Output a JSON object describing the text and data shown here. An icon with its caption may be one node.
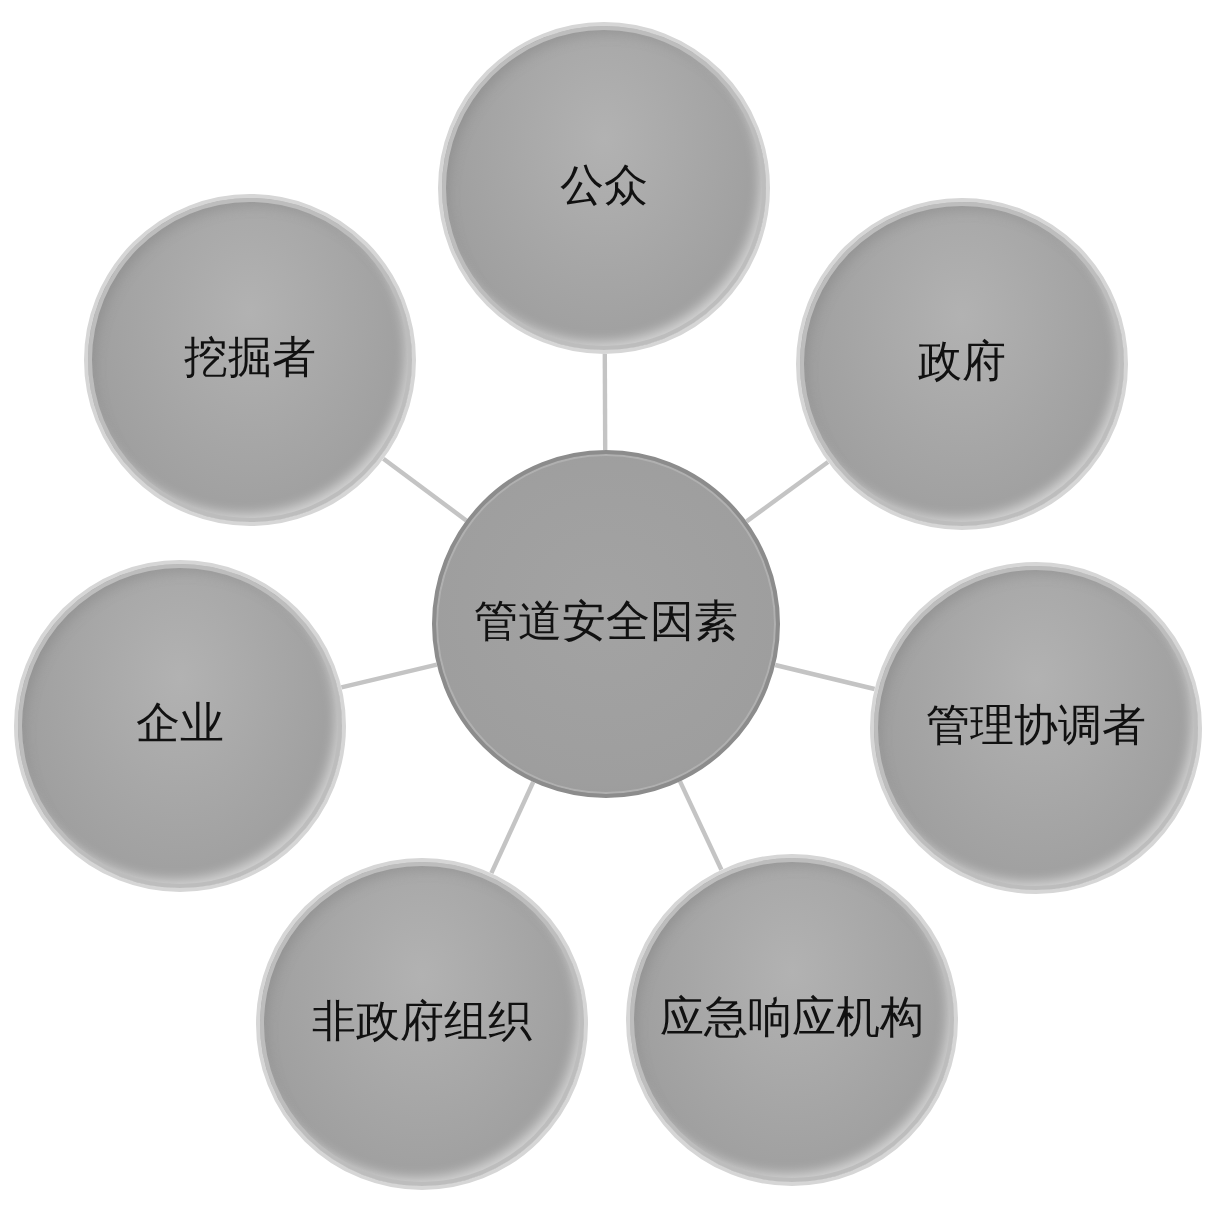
{
  "diagram": {
    "nodes": [
      {
        "text": [
          "管道安全因素"
        ]
      },
      {
        "text": [
          "公众"
        ]
      },
      {
        "text": [
          "政府"
        ]
      },
      {
        "text": [
          "管理协调者"
        ]
      },
      {
        "text": [
          "应急响应机构"
        ]
      },
      {
        "text": [
          "非政府组织"
        ]
      },
      {
        "text": [
          "企业"
        ]
      },
      {
        "text": [
          "挖掘者"
        ]
      }
    ],
    "edges": [
      {
        "from": 0,
        "to": 1,
        "arrow": "none"
      },
      {
        "from": 0,
        "to": 2,
        "arrow": "none"
      },
      {
        "from": 0,
        "to": 3,
        "arrow": "none"
      },
      {
        "from": 0,
        "to": 4,
        "arrow": "none"
      },
      {
        "from": 0,
        "to": 5,
        "arrow": "none"
      },
      {
        "from": 0,
        "to": 6,
        "arrow": "none"
      },
      {
        "from": 0,
        "to": 7,
        "arrow": "none"
      }
    ]
  }
}
